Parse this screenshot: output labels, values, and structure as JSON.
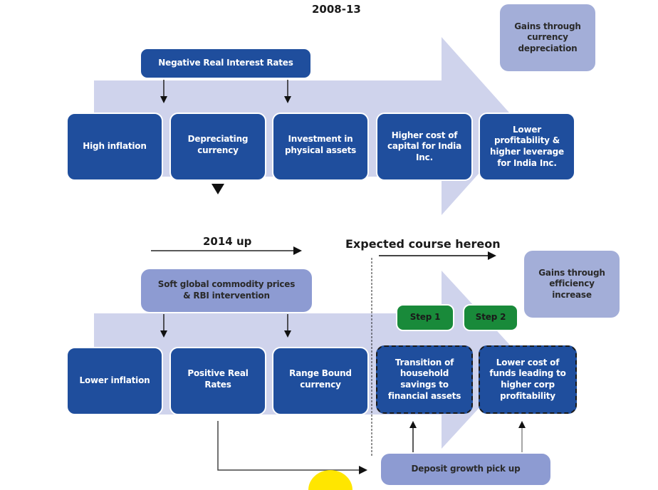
{
  "top_section": {
    "title": "2008-13",
    "driver": "Negative Real Interest Rates",
    "outcome": "Gains through\ncurrency\ndepreciation",
    "boxes": [
      "High inflation",
      "Depreciating\ncurrency",
      "Investment in\nphysical assets",
      "Higher cost of\ncapital for India\nInc.",
      "Lower\nprofitability  &\nhigher leverage\nfor India Inc."
    ]
  },
  "bottom_section": {
    "title": "2014 up",
    "expected_title": "Expected course hereon",
    "driver": "Soft global commodity prices\n& RBI intervention",
    "outcome": "Gains through\nefficiency\nincrease",
    "steps": [
      "Step 1",
      "Step 2"
    ],
    "boxes": [
      "Lower inflation",
      "Positive Real\nRates",
      "Range Bound\ncurrency"
    ],
    "expected_boxes": [
      "Transition of\nhousehold\nsavings to\nfinancial assets",
      "Lower cost of\nfunds leading to\nhigher corp\nprofitability"
    ],
    "deposit": "Deposit growth pick up"
  },
  "colors": {
    "box_dark": "#1f4e9d",
    "arrow_band": "#cfd3ec",
    "lavender": "#a3aed8",
    "step_green": "#198a3a",
    "highlight_yellow": "#ffe600"
  }
}
